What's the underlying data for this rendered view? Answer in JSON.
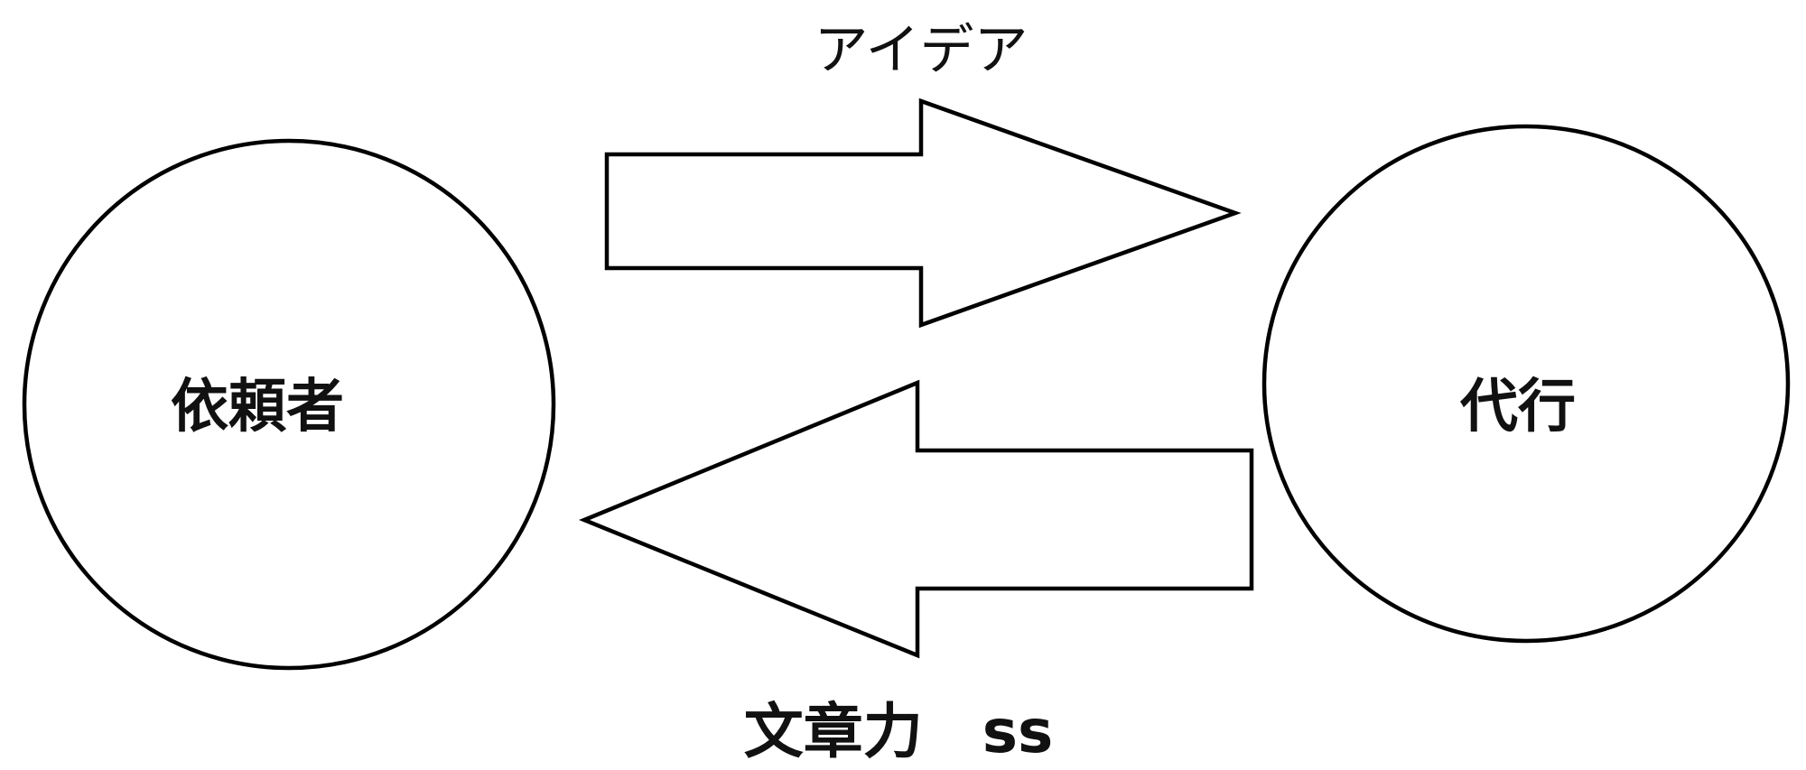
{
  "diagram": {
    "left_node": {
      "label": "依頼者"
    },
    "right_node": {
      "label": "代行"
    },
    "top_arrow": {
      "label": "アイデア"
    },
    "bottom_arrow": {
      "label": "文章力　ss"
    }
  },
  "colors": {
    "stroke": "#000000",
    "fill": "#ffffff",
    "text": "#111111"
  }
}
